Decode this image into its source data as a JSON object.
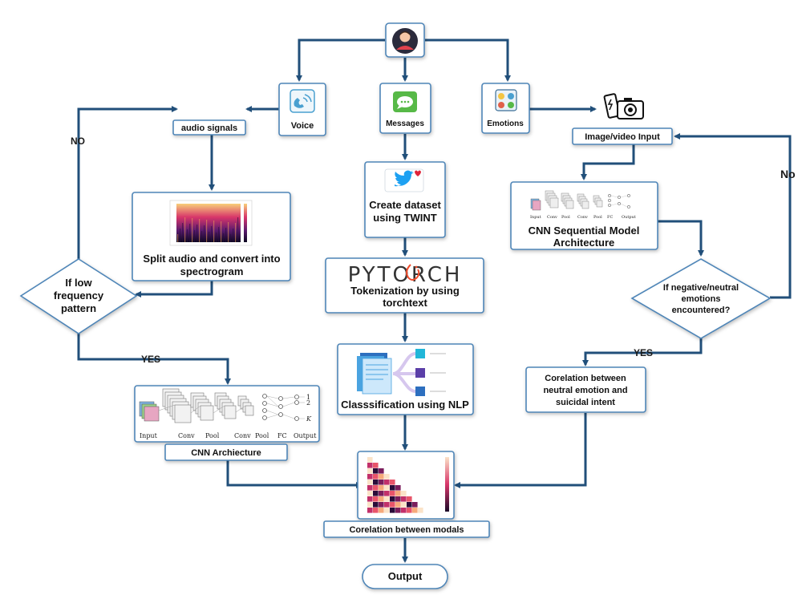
{
  "nodes": {
    "user": {
      "icon": "user-avatar-icon"
    },
    "voice": {
      "label": "Voice",
      "icon": "phone-wave-icon"
    },
    "messages": {
      "label": "Messages",
      "icon": "chat-bubble-icon"
    },
    "emotions": {
      "label": "Emotions",
      "icon": "emotion-faces-icon"
    },
    "audio_signals": {
      "label": "audio signals",
      "icon": "waveform-icon"
    },
    "image_video_input": {
      "label": "Image/video Input",
      "icon": "camera-icon"
    },
    "spectrogram": {
      "label_line1": "Split audio and convert into",
      "label_line2": "spectrogram"
    },
    "dataset": {
      "label_line1": "Create dataset",
      "label_line2": "using TWINT",
      "icon": "twitter-bird-icon"
    },
    "tokenization": {
      "logo": "PYTORCH",
      "label_line1": "Tokenization by using",
      "label_line2": "torchtext"
    },
    "cnn_seq": {
      "label_line1": "CNN Sequential Model",
      "label_line2": "Architecture"
    },
    "low_freq": {
      "label_line1": "If low",
      "label_line2": "frequency",
      "label_line3": "pattern"
    },
    "neg_emotion": {
      "label_line1": "If negative/neutral",
      "label_line2": "emotions",
      "label_line3": "encountered?"
    },
    "nlp": {
      "label": "Classsification using NLP"
    },
    "cnn_arch": {
      "label": "CNN Archiecture",
      "diagram_labels": [
        "Input",
        "Conv",
        "Pool",
        "Conv",
        "Pool",
        "FC",
        "Output"
      ],
      "output_labels": [
        "1",
        "2",
        "K"
      ]
    },
    "correlation_neutral": {
      "label_line1": "Corelation between",
      "label_line2": "neutral emotion and",
      "label_line3": "suicidal intent"
    },
    "correlation_modals": {
      "label": "Corelation between modals"
    },
    "output": {
      "label": "Output"
    }
  },
  "edges": {
    "no_left": "NO",
    "yes_left": "YES",
    "no_right": "No",
    "yes_right": "YES"
  },
  "colors": {
    "arrow": "#214f7a",
    "box_border": "#4f86b8",
    "twitter": "#1da1f2",
    "pytorch_flame": "#ee4c2c"
  }
}
